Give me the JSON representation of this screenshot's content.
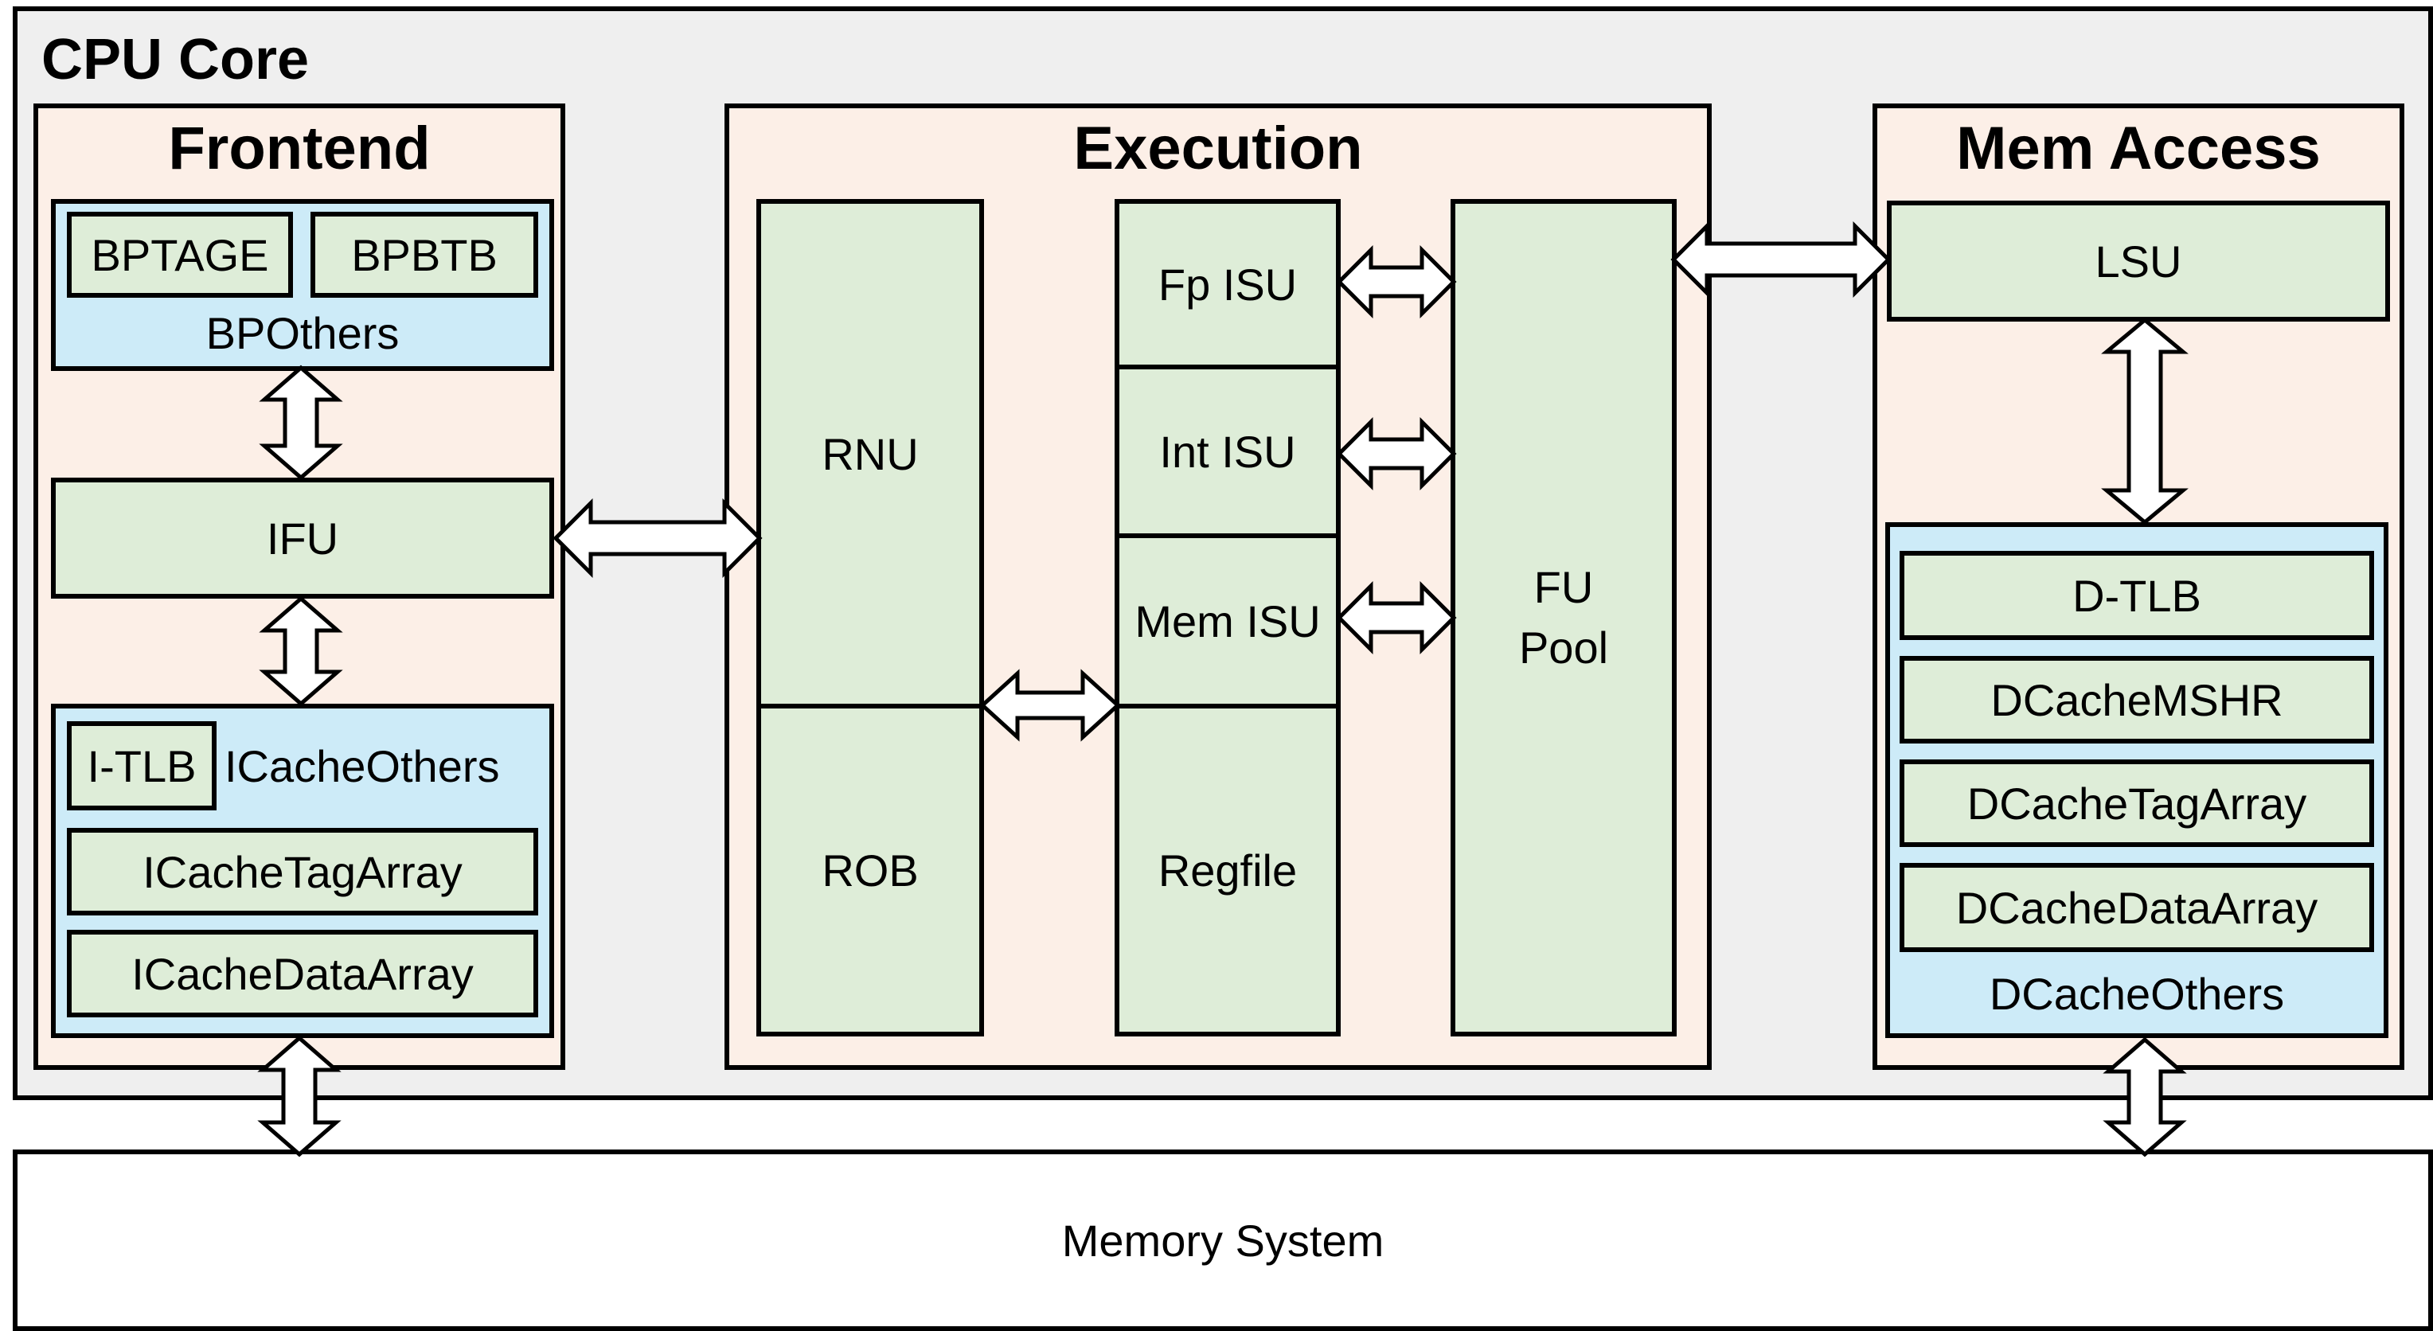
{
  "core": {
    "title": "CPU Core"
  },
  "frontend": {
    "title": "Frontend",
    "bp": {
      "tage": "BPTAGE",
      "btb": "BPBTB",
      "others": "BPOthers"
    },
    "ifu": "IFU",
    "icache": {
      "itlb": "I-TLB",
      "others": "ICacheOthers",
      "tag": "ICacheTagArray",
      "data": "ICacheDataArray"
    }
  },
  "execution": {
    "title": "Execution",
    "rnu": "RNU",
    "rob": "ROB",
    "fp_isu": "Fp ISU",
    "int_isu": "Int ISU",
    "mem_isu": "Mem ISU",
    "regfile": "Regfile",
    "fu_pool_line1": "FU",
    "fu_pool_line2": "Pool"
  },
  "mem_access": {
    "title": "Mem Access",
    "lsu": "LSU",
    "dtlb": "D-TLB",
    "mshr": "DCacheMSHR",
    "tag": "DCacheTagArray",
    "data": "DCacheDataArray",
    "others": "DCacheOthers"
  },
  "memory_system": "Memory System",
  "colors": {
    "core_bg": "#efefef",
    "section_bg": "#fcefe7",
    "cache_bg": "#cdebf8",
    "unit_bg": "#deedd8",
    "border": "#000000"
  }
}
